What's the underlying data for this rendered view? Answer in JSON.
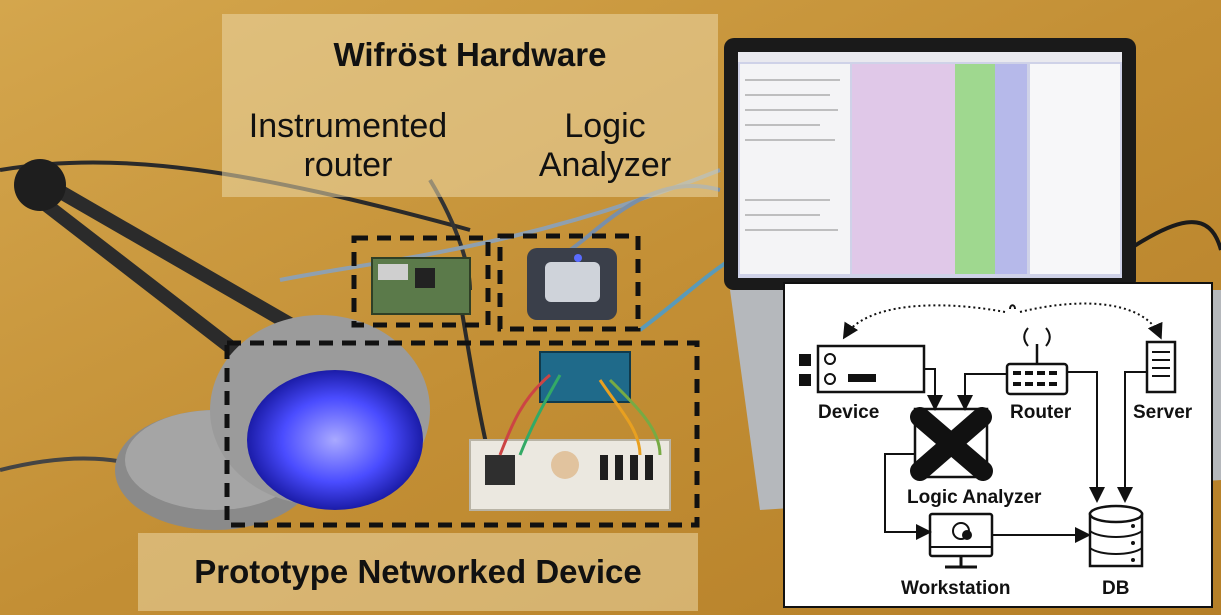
{
  "photo": {
    "title": "Wifröst Hardware",
    "router_label_line1": "Instrumented",
    "router_label_line2": "router",
    "analyzer_label_line1": "Logic",
    "analyzer_label_line2": "Analyzer",
    "device_label": "Prototype Networked Device"
  },
  "diagram": {
    "device": "Device",
    "router": "Router",
    "server": "Server",
    "logic_analyzer": "Logic Analyzer",
    "workstation": "Workstation",
    "db": "DB"
  },
  "colors": {
    "table": "#c99a3e",
    "lamp_glow": "#4a4cff",
    "screen": "#cfd2e8"
  }
}
